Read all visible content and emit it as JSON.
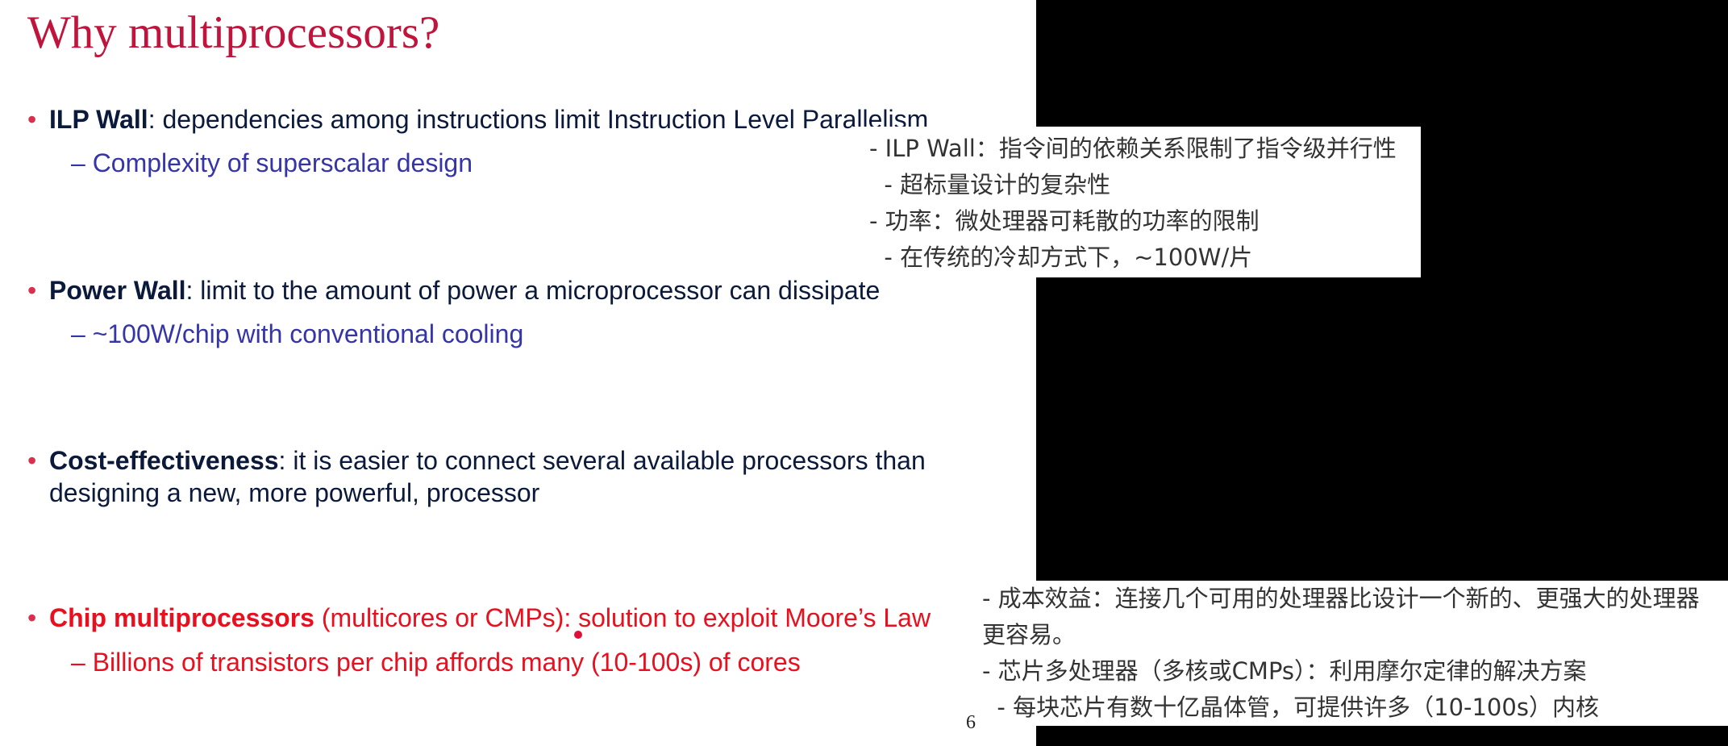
{
  "slide": {
    "title": "Why multiprocessors?",
    "bullets": [
      {
        "bold": "ILP Wall",
        "rest": ": dependencies among instructions limit Instruction Level Parallelism"
      },
      {
        "bold": "Power Wall",
        "rest": ": limit to the amount of power a microprocessor can dissipate"
      },
      {
        "bold": "Cost-effectiveness",
        "rest": ": it is easier to connect several available processors than",
        "rest2": "designing a new, more powerful, processor"
      },
      {
        "bold": "Chip multiprocessors",
        "rest": " (multicores or CMPs): solution to exploit Moore’s Law"
      }
    ],
    "subs": [
      "– Complexity of superscalar design",
      "– ~100W/chip with conventional cooling",
      "– Billions of transistors per chip affords many (10-100s) of cores"
    ],
    "page_number": "6"
  },
  "subtitles": {
    "box1": [
      "- ILP Wall：指令间的依赖关系限制了指令级并行性",
      "  - 超标量设计的复杂性",
      "- 功率：微处理器可耗散的功率的限制",
      "  - 在传统的冷却方式下，~100W/片"
    ],
    "box2": [
      "- 成本效益：连接几个可用的处理器比设计一个新的、更强大的处理器",
      "更容易。",
      "- 芯片多处理器（多核或CMPs）：利用摩尔定律的解决方案",
      "  - 每块芯片有数十亿晶体管，可提供许多（10-100s）内核"
    ]
  },
  "colors": {
    "title": "#c0143c",
    "highlight": "#e8101e",
    "sub": "#3535a8",
    "panel": "#000000"
  }
}
